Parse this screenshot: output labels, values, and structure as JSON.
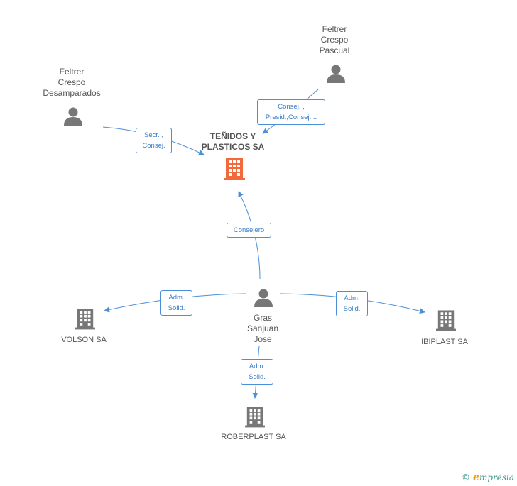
{
  "nodes": {
    "main": {
      "label": "TEÑIDOS Y\nPLASTICOS SA",
      "color": "#f26a3b"
    },
    "feltrer_pascual": {
      "label": "Feltrer\nCrespo\nPascual"
    },
    "feltrer_desamparados": {
      "label": "Feltrer\nCrespo\nDesamparados"
    },
    "gras": {
      "label": "Gras\nSanjuan\nJose"
    },
    "volson": {
      "label": "VOLSON SA"
    },
    "ibiplast": {
      "label": "IBIPLAST SA"
    },
    "roberplast": {
      "label": "ROBERPLAST SA"
    }
  },
  "edges": {
    "pascual_main": "Consej. ,\nPresid.,Consej....",
    "desamparados_main": "Secr. ,\nConsej.",
    "gras_main": "Consejero",
    "gras_volson": "Adm.\nSolid.",
    "gras_ibiplast": "Adm.\nSolid.",
    "gras_roberplast": "Adm.\nSolid."
  },
  "colors": {
    "edge": "#4a8fd8",
    "person": "#777777",
    "company": "#777777",
    "main_company": "#f26a3b"
  },
  "footer": {
    "copyright": "©",
    "brand_e": "e",
    "brand_rest": "mpresia"
  }
}
